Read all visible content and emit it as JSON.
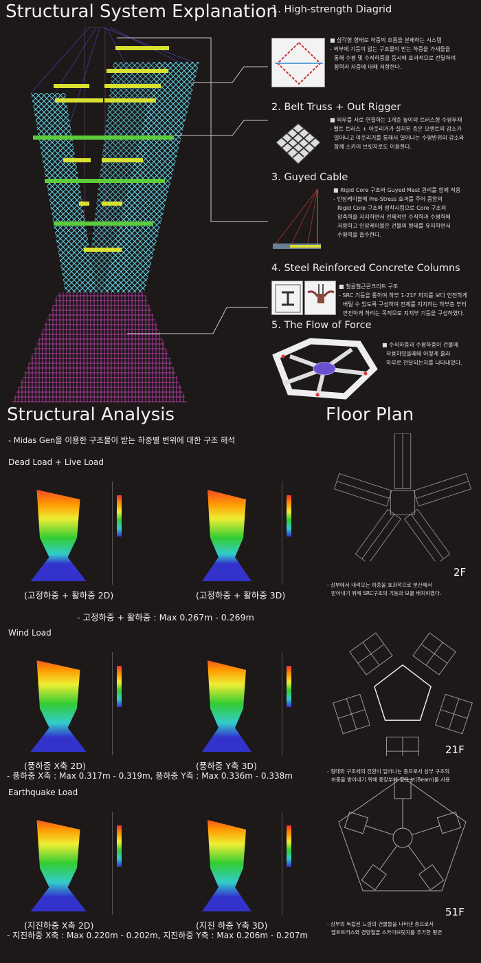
{
  "title": "Structural System Explanation",
  "items": [
    {
      "heading": "1. High-strength Diagrid",
      "lines": [
        "■ 삼각형 형태로 하중의 흐름을 분배하는 시스템",
        "- 외부에 기둥이 없는 구조물이 받는 하중을 가새들을",
        "통해 수평 및 수직하중을 동시에 효과적으로 전달하여",
        "횡력과 자중에 대해 저항한다."
      ]
    },
    {
      "heading": "2. Belt Truss + Out Rigger",
      "lines": [
        "■ 외부를 서로 연결하는 1개층 높이의 트러스형 수평부재",
        "- 벨트 트러스 + 아웃리거가 설치된 층은 모멘트의 감소가",
        "일어나고 아웃리거를 통해서 일어나는 수평변위의 감소와",
        "함께 스카이 브릿지로도 이용한다."
      ]
    },
    {
      "heading": "3. Guyed Cable",
      "lines": [
        "■ Rigid Core 구조와 Guyed Mast 원리를 함께 적용",
        "- 인장케이블에 Pre-Stress 효과를 주어 중앙의",
        "Rigid Core 구조에 정착시킴으로 Core 구조의",
        "압축력을 지지하면서 전체적인 수직력과 수평력에",
        "저항하고 인장케이블은 건물의 형태를 유지하면서",
        "수평력을 흡수한다."
      ]
    },
    {
      "heading": "4. Steel Reinforced Concrete Columns",
      "lines": [
        "■ 철골철근콘크리트 구조",
        "- SRC 기둥을 통하여 하부 1-21F 까지를 보다 안전하게",
        "버틸 수 있도록 구성하여 전체를 지지하는 하부층 부터",
        "안전하게 하려는 목적으로 지지부 기둥을 구성하였다."
      ]
    },
    {
      "heading": "5. The Flow of Force",
      "lines": [
        "■ 수직하중과 수평하중이 건물에",
        "작용하였을때에 어떻게 흘러",
        "하부로 전달되는지를 나타내었다."
      ]
    }
  ],
  "analysis": {
    "title": "Structural Analysis",
    "subtitle": "- Midas Gen을 이용한 구조물이 받는 하중별 변위에 대한 구조 해석",
    "sections": [
      {
        "label": "Dead Load + Live Load",
        "cap2d": "(고정하중 + 활하중 2D)",
        "cap3d": "(고정하중 + 활하중 3D)",
        "summary": "- 고정하중 + 활하중 : Max 0.267m - 0.269m"
      },
      {
        "label": "Wind Load",
        "cap2d": "(풍하중 X축 2D)",
        "cap3d": "(풍하중 Y축 3D)",
        "summary": "- 풍하중 X축 : Max 0.317m - 0.319m, 풍하중 Y축 : Max 0.336m - 0.338m"
      },
      {
        "label": "Earthquake Load",
        "cap2d": "(지진하중 X축 2D)",
        "cap3d": "(지진 하중 Y축 3D)",
        "summary": "- 지진하중 X축 : Max 0.220m - 0.202m, 지진하중 Y축 : Max 0.206m - 0.207m"
      }
    ]
  },
  "floorplan": {
    "title": "Floor Plan",
    "floors": [
      {
        "label": "2F",
        "lines": [
          "- 상부에서 내려오는 하중을 효과적으로 분산해서",
          "받아내기 위해 SRC구조의 기둥과 보를 배치하였다."
        ]
      },
      {
        "label": "21F",
        "lines": [
          "- 형태와 구조체의 전환이 일어나는 층으로서 상부 구조의",
          "하중을 받아내기 위해 중앙부에 깊은 보(Beam)를 사용"
        ]
      },
      {
        "label": "51F",
        "lines": [
          "- 상부의 독립된 느낌의 건물들을 나타낸 층으로서",
          "벨트트러스와 경량철골 스카이브릿지를 추가한 평면"
        ]
      }
    ]
  }
}
